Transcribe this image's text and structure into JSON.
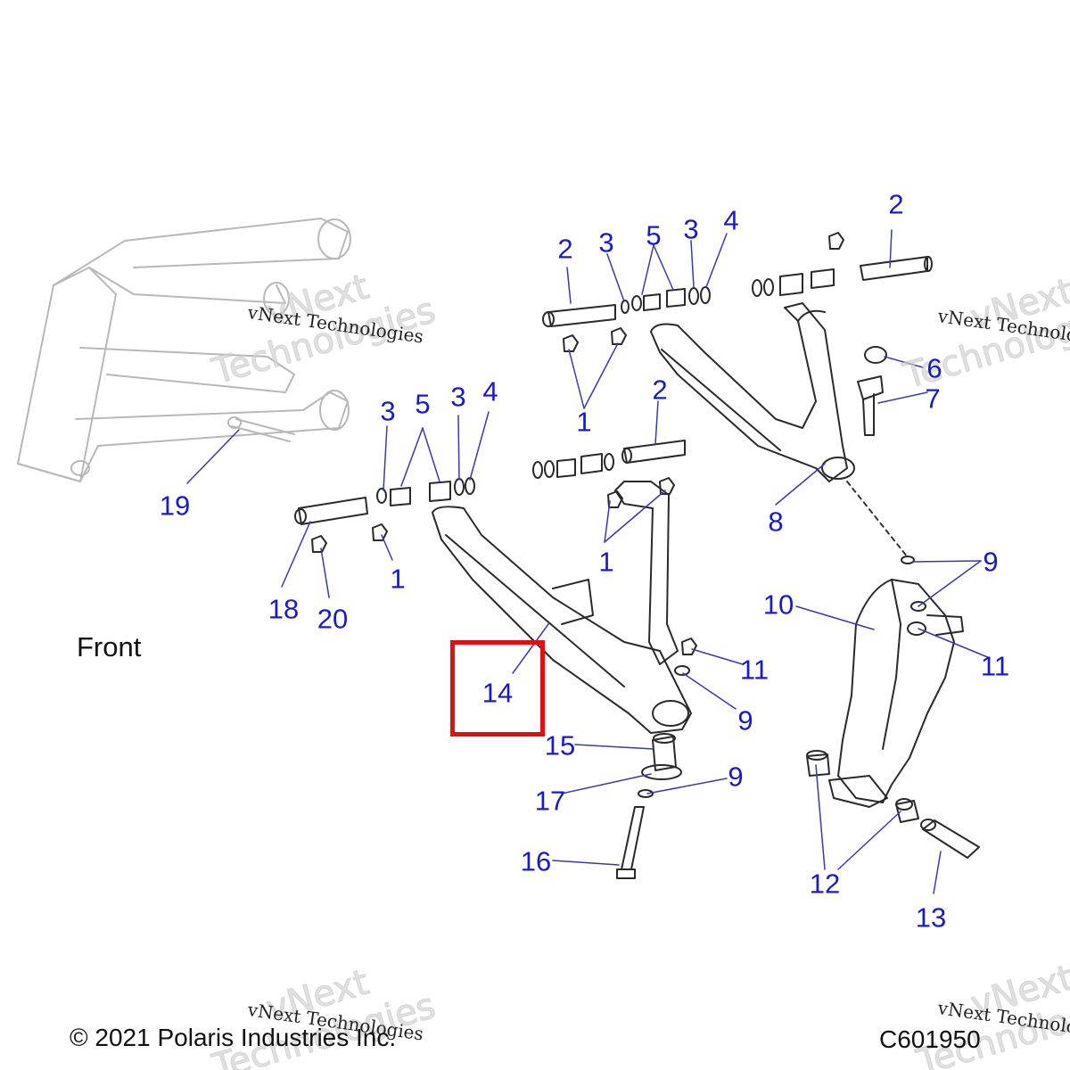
{
  "front_label": "Front",
  "copyright": "© 2021 Polaris Industries Inc.",
  "drawing_code": "C601950",
  "watermark": {
    "script_text": "vNext Technologies",
    "big_line1": "vNext",
    "big_line2": "Technologies"
  },
  "highlight": {
    "part_number": "14",
    "color": "#e01010"
  },
  "callout_color": "#1a1acc",
  "callouts": {
    "c2_top_left": "2",
    "c3_top_a": "3",
    "c5_top": "5",
    "c3_top_b": "3",
    "c4_top": "4",
    "c2_top_right": "2",
    "c1_top": "1",
    "c6": "6",
    "c7": "7",
    "c2_mid": "2",
    "c3_left_a": "3",
    "c5_left": "5",
    "c3_left_b": "3",
    "c4_left": "4",
    "c19": "19",
    "c8": "8",
    "c18": "18",
    "c20": "20",
    "c1_left": "1",
    "c1_mid": "1",
    "c9_right": "9",
    "c10": "10",
    "c11_right": "11",
    "c11_mid": "11",
    "c9_mid": "9",
    "c14": "14",
    "c15": "15",
    "c17": "17",
    "c9_low": "9",
    "c16": "16",
    "c12": "12",
    "c13": "13"
  }
}
